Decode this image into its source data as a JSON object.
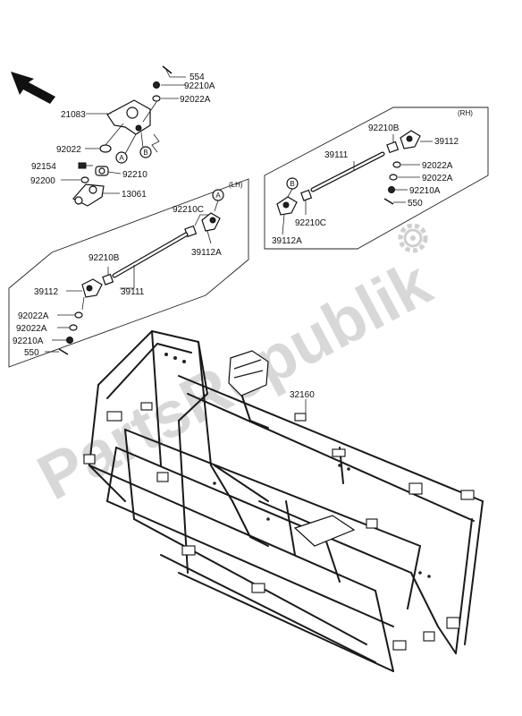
{
  "watermark": "PartsRepublik",
  "arrow_icon": "front-direction-arrow",
  "gear_icon": "gear-icon",
  "callouts": [
    "A",
    "B"
  ],
  "groups": {
    "lh": {
      "label": "(LH)"
    },
    "rh": {
      "label": "(RH)"
    }
  },
  "parts": {
    "p554": "554",
    "p92210A_top": "92210A",
    "p92022A_top": "92022A",
    "p21083": "21083",
    "p92022": "92022",
    "p92154": "92154",
    "p92210": "92210",
    "p92200": "92200",
    "p13061": "13061",
    "lh_92210C": "92210C",
    "lh_39112A": "39112A",
    "lh_92210B": "92210B",
    "lh_39112": "39112",
    "lh_39111": "39111",
    "lh_92022A_1": "92022A",
    "lh_92022A_2": "92022A",
    "lh_92210A": "92210A",
    "lh_550": "550",
    "rh_92210B": "92210B",
    "rh_39111": "39111",
    "rh_39112": "39112",
    "rh_92022A_1": "92022A",
    "rh_92022A_2": "92022A",
    "rh_92210A": "92210A",
    "rh_550": "550",
    "rh_92210C": "92210C",
    "rh_39112A": "39112A",
    "p32160": "32160"
  }
}
